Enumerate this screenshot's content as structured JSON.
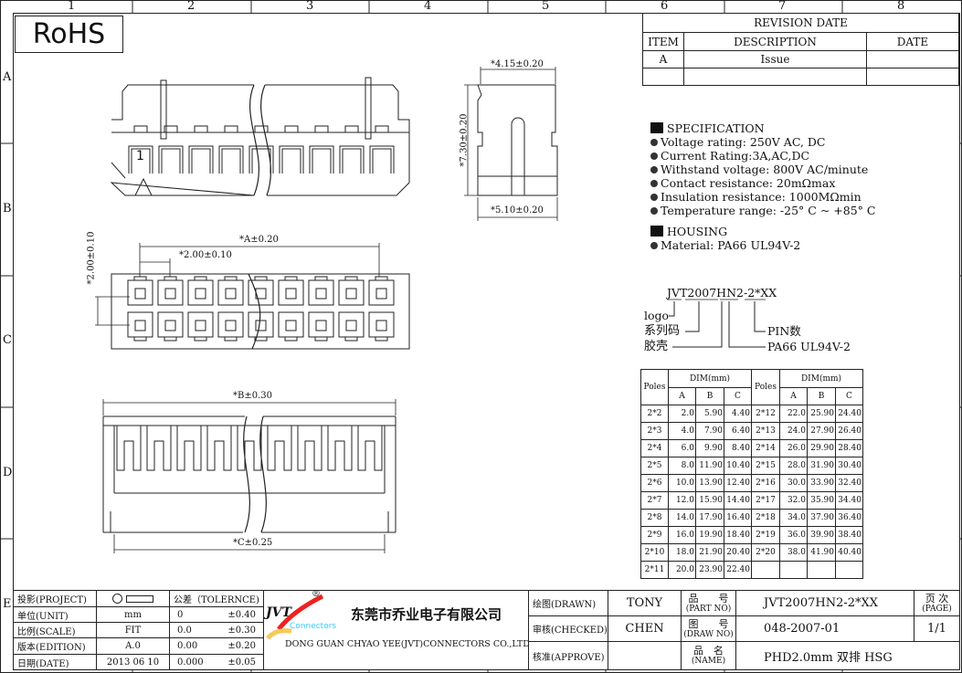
{
  "frame": {
    "columns": [
      "1",
      "2",
      "3",
      "4",
      "5",
      "6",
      "7",
      "8"
    ],
    "rows": [
      "A",
      "B",
      "C",
      "D",
      "E"
    ]
  },
  "rohs": "RoHS",
  "revision": {
    "title": "REVISION DATE",
    "headers": [
      "ITEM",
      "DESCRIPTION",
      "DATE"
    ],
    "rows": [
      {
        "item": "A",
        "description": "Issue",
        "date": ""
      }
    ]
  },
  "dims": {
    "width_side": "*4.15±0.20",
    "height_side": "*7.30±0.20",
    "base_side": "*5.10±0.20",
    "A": "*A±0.20",
    "pitch": "*2.00±0.10",
    "row_pitch": "*2.00±0.10",
    "B": "*B±0.30",
    "C": "*C±0.25",
    "pin1": "1"
  },
  "specification": {
    "title": "SPECIFICATION",
    "items": [
      "Voltage rating: 250V AC, DC",
      "Current Rating:3A,AC,DC",
      "Withstand voltage: 800V AC/minute",
      "Contact resistance: 20mΩmax",
      "Insulation resistance: 1000MΩmin",
      "Temperature range: -25° C ~ +85° C"
    ]
  },
  "housing": {
    "title": "HOUSING",
    "items": [
      "Material: PA66 UL94V-2"
    ]
  },
  "part_code": {
    "code": "JVT2007HN2-2*XX",
    "logo": "logo",
    "series": "系列码",
    "housing": "胶壳",
    "pins": "PIN数",
    "material": "PA66 UL94V-2"
  },
  "dim_table": {
    "poles_label": "Poles",
    "dim_label": "DIM(mm)",
    "cols": [
      "A",
      "B",
      "C"
    ],
    "left": [
      [
        "2*2",
        "2.0",
        "5.90",
        "4.40"
      ],
      [
        "2*3",
        "4.0",
        "7.90",
        "6.40"
      ],
      [
        "2*4",
        "6.0",
        "9.90",
        "8.40"
      ],
      [
        "2*5",
        "8.0",
        "11.90",
        "10.40"
      ],
      [
        "2*6",
        "10.0",
        "13.90",
        "12.40"
      ],
      [
        "2*7",
        "12.0",
        "15.90",
        "14.40"
      ],
      [
        "2*8",
        "14.0",
        "17.90",
        "16.40"
      ],
      [
        "2*9",
        "16.0",
        "19.90",
        "18.40"
      ],
      [
        "2*10",
        "18.0",
        "21.90",
        "20.40"
      ],
      [
        "2*11",
        "20.0",
        "23.90",
        "22.40"
      ]
    ],
    "right": [
      [
        "2*12",
        "22.0",
        "25.90",
        "24.40"
      ],
      [
        "2*13",
        "24.0",
        "27.90",
        "26.40"
      ],
      [
        "2*14",
        "26.0",
        "29.90",
        "28.40"
      ],
      [
        "2*15",
        "28.0",
        "31.90",
        "30.40"
      ],
      [
        "2*16",
        "30.0",
        "33.90",
        "32.40"
      ],
      [
        "2*17",
        "32.0",
        "35.90",
        "34.40"
      ],
      [
        "2*18",
        "34.0",
        "37.90",
        "36.40"
      ],
      [
        "2*19",
        "36.0",
        "39.90",
        "38.40"
      ],
      [
        "2*20",
        "38.0",
        "41.90",
        "40.40"
      ],
      [
        "",
        "",
        "",
        ""
      ]
    ]
  },
  "title_block": {
    "project_label": "投影(PROJECT)",
    "unit_label": "单位(UNIT)",
    "unit": "mm",
    "scale_label": "比例(SCALE)",
    "scale": "FIT",
    "edition_label": "版本(EDITION)",
    "edition": "A.0",
    "date_label": "日期(DATE)",
    "date": "2013 06 10",
    "tolerance_label": "公差（TOLERNCE)",
    "tolerances": [
      [
        "0",
        "±0.40"
      ],
      [
        "0.0",
        "±0.30"
      ],
      [
        "0.00",
        "±0.20"
      ],
      [
        "0.000",
        "±0.05"
      ]
    ],
    "company_cn": "东莞市乔业电子有限公司",
    "company_en": "DONG GUAN CHYAO YEE(JVT)CONNECTORS CO.,LTD.",
    "logo_text": "JVT",
    "logo_sub": "Connectors",
    "logo_reg": "®",
    "drawn_label": "绘图(DRAWN)",
    "drawn": "TONY",
    "checked_label": "审核(CHECKED)",
    "checked": "CHEN",
    "approve_label": "核准(APPROVE)",
    "approve": "",
    "part_no_cn": "品　　号",
    "part_no_en": "(PART NO)",
    "part_no": "JVT2007HN2-2*XX",
    "draw_no_cn": "图　　号",
    "draw_no_en": "(DRAW NO)",
    "draw_no": "048-2007-01",
    "name_cn": "品　名",
    "name_en": "(NAME)",
    "name": "PHD2.0mm 双排 HSG",
    "page_cn": "页 次",
    "page_en": "(PAGE)",
    "page": "1/1"
  }
}
